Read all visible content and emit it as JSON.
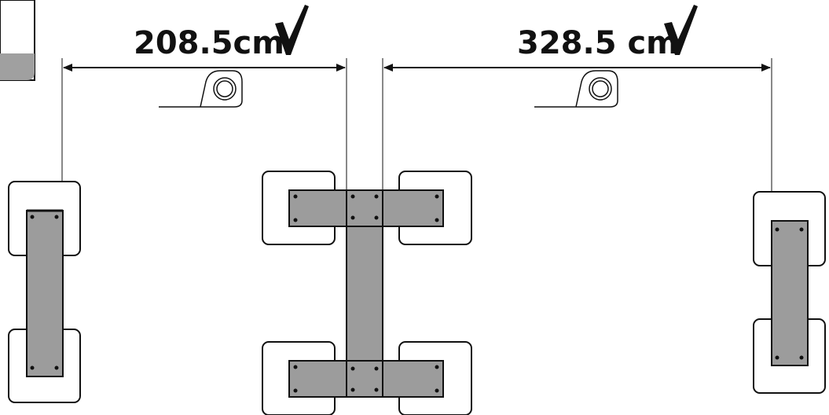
{
  "measurements": [
    {
      "label": "208.5cm",
      "status": "check"
    },
    {
      "label": "328.5 cm",
      "status": "check"
    }
  ],
  "icons": {
    "check": "check-mark-icon",
    "tape": "tape-measure-icon"
  },
  "colors": {
    "frame_fill": "#9c9c9c",
    "line": "#111111",
    "tab": "#a0a0a0",
    "background": "#ffffff"
  }
}
